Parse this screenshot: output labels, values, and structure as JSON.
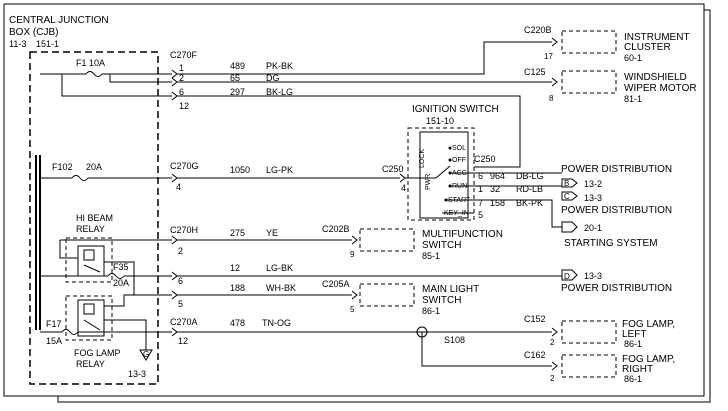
{
  "cjb": {
    "title_line1": "CENTRAL JUNCTION",
    "title_line2": "BOX (CJB)",
    "ref_a": "11-3",
    "ref_b": "151-1"
  },
  "fuses": {
    "f1": "F1 10A",
    "f102": "F102",
    "f102_amp": "20A",
    "f35": "F35",
    "f35_amp": "20A",
    "f17": "F17",
    "f17_amp": "15A"
  },
  "relays": {
    "hi_beam_line1": "HI BEAM",
    "hi_beam_line2": "RELAY",
    "fog_line1": "FOG LAMP",
    "fog_line2": "RELAY"
  },
  "ground": {
    "label": "G",
    "ref": "13-3"
  },
  "connectors": {
    "c270f": "C270F",
    "c270f_pins": [
      "1",
      "2",
      "6",
      "12"
    ],
    "c270g": "C270G",
    "c270g_pin": "4",
    "c270h": "C270H",
    "c270h_pins": [
      "2",
      "6",
      "5"
    ],
    "c270a": "C270A",
    "c270a_pin": "12",
    "c250": "C250",
    "c250_pin_left": "4",
    "c250_right": "C250",
    "c250_pins": [
      "6",
      "1",
      "7",
      "5"
    ],
    "c220b": "C220B",
    "c220b_pin": "17",
    "c125": "C125",
    "c125_pin": "8",
    "c202b": "C202B",
    "c202b_pin": "9",
    "c205a": "C205A",
    "c205a_pin": "5",
    "c152": "C152",
    "c152_pin": "2",
    "c162": "C162",
    "c162_pin": "2"
  },
  "wires": [
    {
      "circuit": "489",
      "color": "PK-BK"
    },
    {
      "circuit": "65",
      "color": "DG"
    },
    {
      "circuit": "297",
      "color": "BK-LG"
    },
    {
      "circuit": "1050",
      "color": "LG-PK"
    },
    {
      "circuit": "964",
      "color": "DB-LG"
    },
    {
      "circuit": "32",
      "color": "RD-LB"
    },
    {
      "circuit": "158",
      "color": "BK-PK"
    },
    {
      "circuit": "275",
      "color": "YE"
    },
    {
      "circuit": "12",
      "color": "LG-BK"
    },
    {
      "circuit": "188",
      "color": "WH-BK"
    },
    {
      "circuit": "478",
      "color": "TN-OG"
    }
  ],
  "ignition": {
    "title": "IGNITION SWITCH",
    "ref": "151-10",
    "positions": [
      "SOL",
      "OFF",
      "ACC",
      "RUN",
      "START",
      "KEY_IN"
    ],
    "lock": "LOCK",
    "pwr": "PWR"
  },
  "components": {
    "instrument_cluster": {
      "line1": "INSTRUMENT",
      "line2": "CLUSTER",
      "ref": "60-1"
    },
    "wiper_motor": {
      "line1": "WINDSHIELD",
      "line2": "WIPER MOTOR",
      "ref": "81-1"
    },
    "multifunction": {
      "line1": "MULTIFUNCTION",
      "line2": "SWITCH",
      "ref": "85-1"
    },
    "main_light": {
      "line1": "MAIN LIGHT",
      "line2": "SWITCH",
      "ref": "86-1"
    },
    "fog_left": {
      "line1": "FOG LAMP,",
      "line2": "LEFT",
      "ref": "86-1"
    },
    "fog_right": {
      "line1": "FOG LAMP,",
      "line2": "RIGHT",
      "ref": "86-1"
    }
  },
  "destinations": {
    "pd1": "POWER DISTRIBUTION",
    "pd1_b": "B",
    "pd1_b_ref": "13-2",
    "pd1_c": "C",
    "pd1_c_ref": "13-3",
    "pd2": "POWER DISTRIBUTION",
    "pd2_ref": "20-1",
    "starting": "STARTING SYSTEM",
    "pd3_d": "D",
    "pd3_d_ref": "13-3",
    "pd3": "POWER DISTRIBUTION"
  },
  "splice": "S108"
}
